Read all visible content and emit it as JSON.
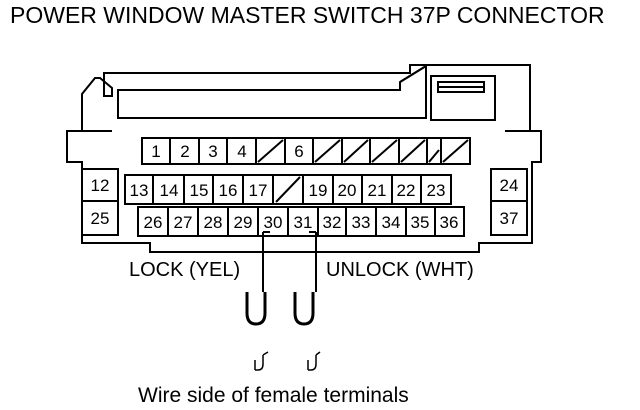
{
  "title": "POWER WINDOW MASTER SWITCH 37P CONNECTOR",
  "pins": {
    "p1": "1",
    "p2": "2",
    "p3": "3",
    "p4": "4",
    "p6": "6",
    "p12": "12",
    "p13": "13",
    "p14": "14",
    "p15": "15",
    "p16": "16",
    "p17": "17",
    "p19": "19",
    "p20": "20",
    "p21": "21",
    "p22": "22",
    "p23": "23",
    "p24": "24",
    "p25": "25",
    "p26": "26",
    "p27": "27",
    "p28": "28",
    "p29": "29",
    "p30": "30",
    "p31": "31",
    "p32": "32",
    "p33": "33",
    "p34": "34",
    "p35": "35",
    "p36": "36",
    "p37": "37"
  },
  "labels": {
    "lock": "LOCK (YEL)",
    "unlock": "UNLOCK (WHT)"
  },
  "caption": "Wire side of female terminals"
}
